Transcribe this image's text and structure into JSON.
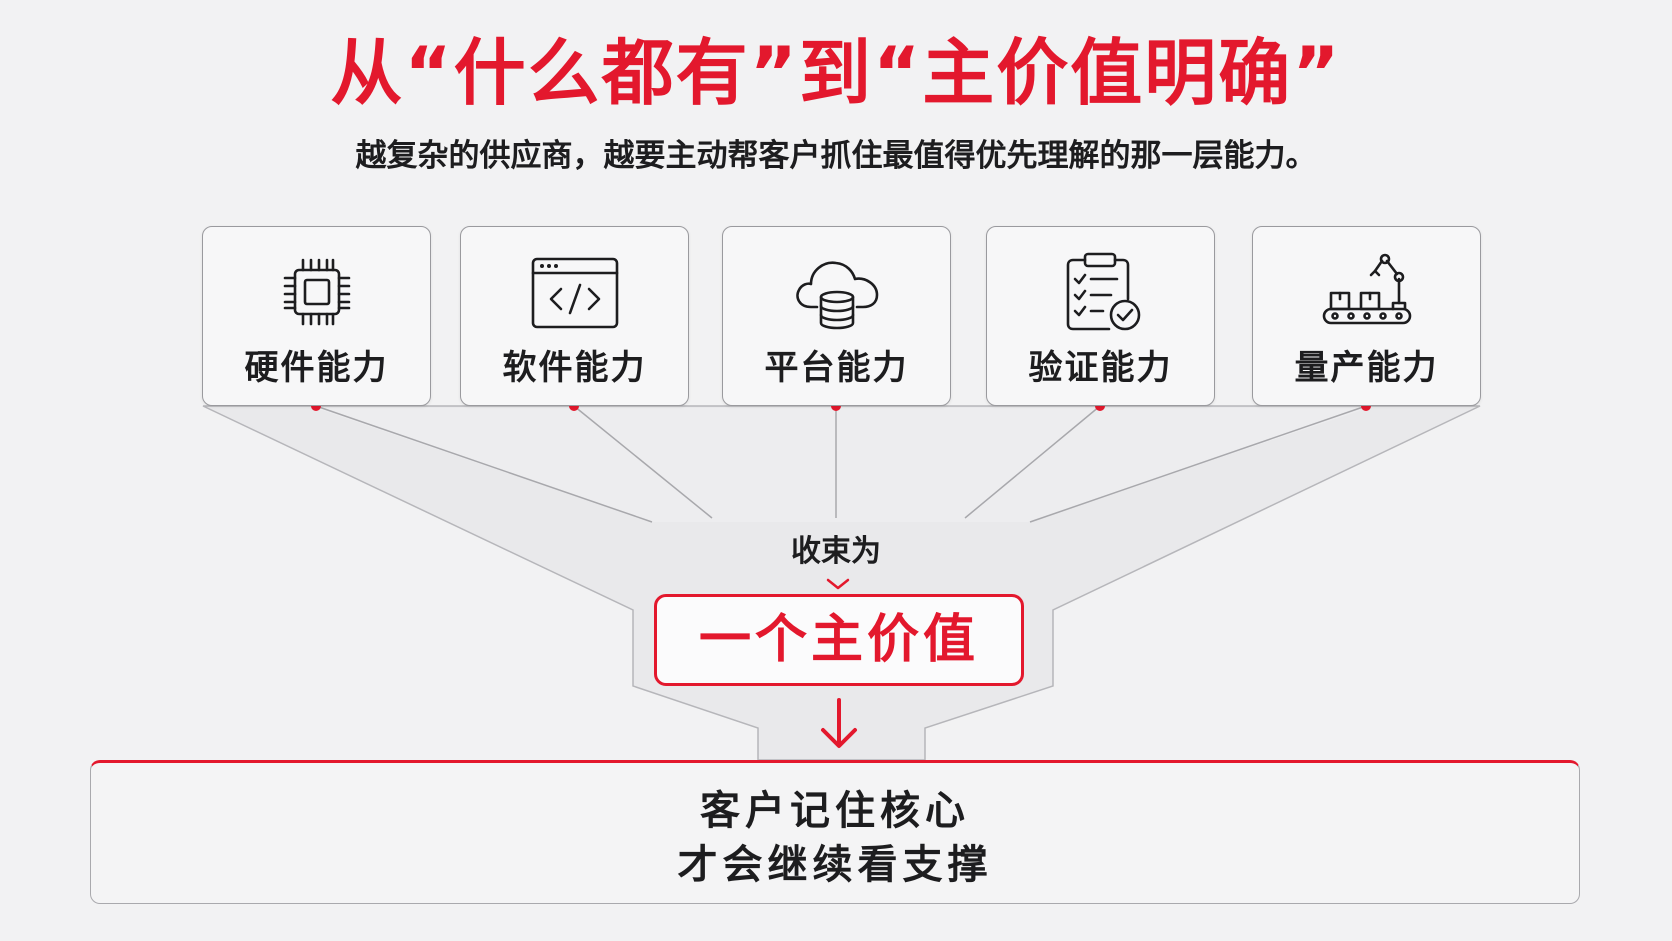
{
  "header": {
    "title": "从“什么都有”到“主价值明确”",
    "subtitle": "越复杂的供应商，越要主动帮客户抓住最值得优先理解的那一层能力。"
  },
  "capabilities": [
    {
      "label": "硬件能力",
      "icon": "chip-icon"
    },
    {
      "label": "软件能力",
      "icon": "code-window-icon"
    },
    {
      "label": "平台能力",
      "icon": "cloud-database-icon"
    },
    {
      "label": "验证能力",
      "icon": "checklist-clipboard-icon"
    },
    {
      "label": "量产能力",
      "icon": "production-line-icon"
    }
  ],
  "converge": {
    "label": "收束为"
  },
  "core": {
    "label": "一个主价值"
  },
  "result": {
    "line1": "客户记住核心",
    "line2": "才会继续看支撑"
  },
  "colors": {
    "accent": "#e3182d",
    "text": "#1d1d1f",
    "background": "#f2f2f3",
    "border": "#9a9a9e"
  }
}
